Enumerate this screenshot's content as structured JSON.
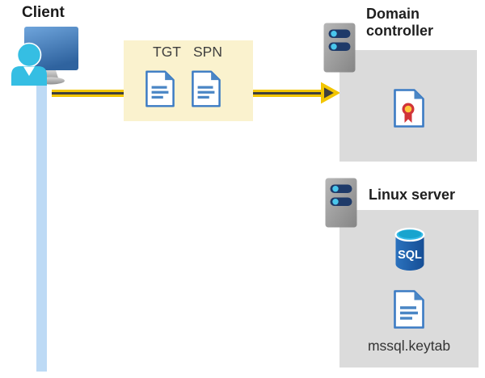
{
  "diagram": {
    "client": {
      "label": "Client"
    },
    "ticket_box": {
      "tgt_label": "TGT",
      "spn_label": "SPN"
    },
    "domain_controller": {
      "label": "Domain controller"
    },
    "linux_server": {
      "label": "Linux server",
      "sql_badge": "SQL",
      "keytab_label": "mssql.keytab"
    }
  },
  "icons": {
    "client_computer": "person-at-monitor-icon",
    "lifeline": "vertical-timeline-bar",
    "flow_arrow": "right-arrow-icon",
    "tgt_document": "document-icon",
    "spn_document": "document-icon",
    "domain_controller_server": "server-tower-icon",
    "certificate": "certificate-seal-icon",
    "linux_server": "server-tower-icon",
    "sql_database": "database-cylinder-icon",
    "keytab_document": "document-icon"
  },
  "colors": {
    "background": "#FFFFFF",
    "panel_gray": "#DBDBDB",
    "ticket_panel_yellow": "#FAF2CE",
    "arrow_yellow": "#F2C500",
    "arrow_core_dark": "#3F3F3F",
    "lifeline_blue": "#BDDAF5",
    "document_blue": "#3B7BC4",
    "document_fill_blue": "#4A86C5",
    "server_bar_navy": "#1E3A69",
    "server_dot_cyan": "#4AC6EC",
    "person_cyan": "#35BEE3",
    "monitor_blue_top": "#6FA5DC",
    "monitor_blue_bottom": "#2F639F",
    "sql_body_blue": "#164E95",
    "sql_top_cyan": "#38BCE8",
    "cert_ribbon_red": "#D13438",
    "cert_seal_yellow": "#FFC83D",
    "heading_text": "#1F1F1F",
    "ticket_label_text": "#3F3F3F"
  }
}
